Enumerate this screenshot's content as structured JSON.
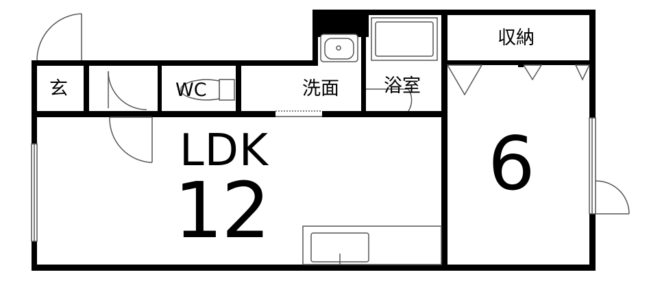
{
  "plan": {
    "rooms": {
      "entrance": "玄",
      "toilet": "WC",
      "washroom": "洗面",
      "bathroom": "浴室",
      "storage": "収納",
      "ldk_label": "LDK",
      "ldk_size": "12",
      "bedroom_size": "6"
    },
    "colors": {
      "wall": "#000000",
      "line": "#555555",
      "background": "#ffffff"
    }
  }
}
